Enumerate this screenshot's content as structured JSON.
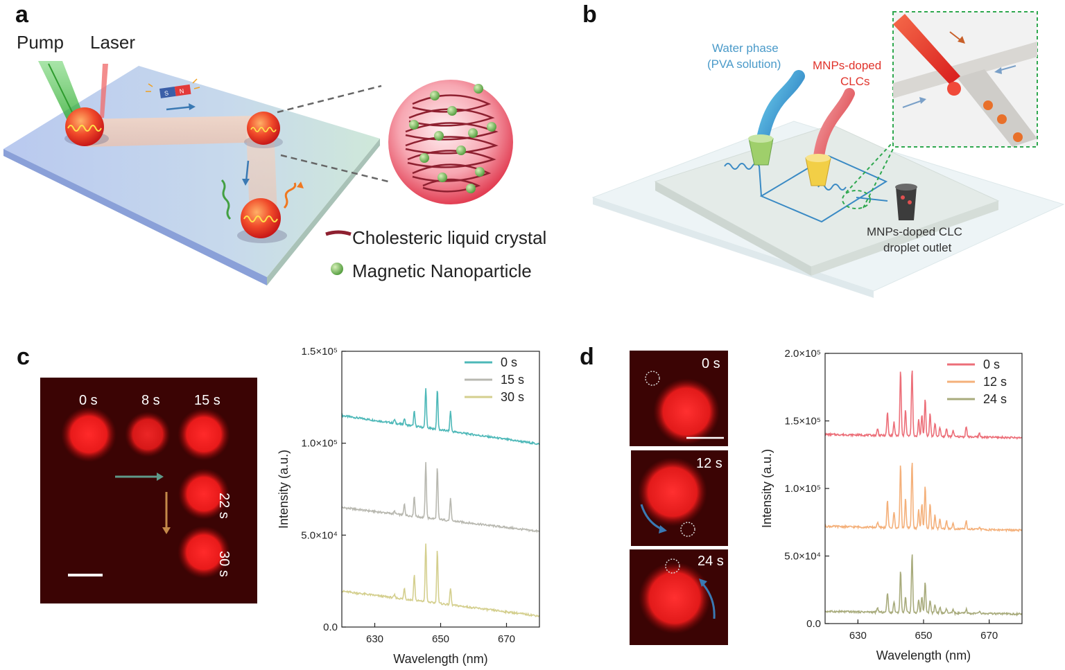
{
  "panel_a": {
    "letter": "a",
    "pump_label": "Pump",
    "laser_label": "Laser",
    "magnet_s": "S",
    "magnet_n": "N",
    "legend_clc": "Cholesteric liquid crystal",
    "legend_mnp": "Magnetic Nanoparticle"
  },
  "panel_b": {
    "letter": "b",
    "water_phase_line1": "Water phase",
    "water_phase_line2": "(PVA solution)",
    "mnp_clc_line1": "MNPs-doped",
    "mnp_clc_line2": "CLCs",
    "outlet_line1": "MNPs-doped  CLC",
    "outlet_line2": "droplet outlet"
  },
  "panel_c": {
    "letter": "c",
    "time_labels": [
      "0 s",
      "8 s",
      "15 s",
      "22 s",
      "30 s"
    ]
  },
  "panel_d": {
    "letter": "d",
    "frame_labels": [
      "0 s",
      "12 s",
      "24 s"
    ]
  },
  "colors": {
    "teal": "#4db8b8",
    "gray": "#b8b8b0",
    "olive_light": "#d4cf8e",
    "red": "#ec6e78",
    "orange": "#f4b07a",
    "olive": "#a8ab7c",
    "arrow_blue": "#3a79b3"
  },
  "chart_data": [
    {
      "type": "line",
      "panel": "c",
      "xlabel": "Wavelength (nm)",
      "ylabel": "Intensity (a.u.)",
      "xlim": [
        620,
        680
      ],
      "ylim": [
        0,
        150000
      ],
      "xticks": [
        630,
        650,
        670
      ],
      "yticks": [
        0,
        50000,
        100000,
        150000
      ],
      "ytick_labels": [
        "0.0",
        "5.0×10⁴",
        "1.0×10⁵",
        "1.5×10⁵"
      ],
      "legend_position": "top-right",
      "series": [
        {
          "name": "0 s",
          "color": "#4db8b8",
          "baseline_start": 115000,
          "baseline_end": 99500,
          "peaks": [
            [
              636,
              2000
            ],
            [
              639,
              3500
            ],
            [
              642,
              8000
            ],
            [
              645.5,
              22000
            ],
            [
              649,
              22000
            ],
            [
              653,
              11000
            ]
          ]
        },
        {
          "name": "15 s",
          "color": "#b8b8b0",
          "baseline_start": 65000,
          "baseline_end": 52000,
          "peaks": [
            [
              636,
              1500
            ],
            [
              639,
              6000
            ],
            [
              642,
              11000
            ],
            [
              645.5,
              30000
            ],
            [
              649,
              28000
            ],
            [
              653,
              12000
            ]
          ]
        },
        {
          "name": "30 s",
          "color": "#d4cf8e",
          "baseline_start": 19500,
          "baseline_end": 6000,
          "peaks": [
            [
              636,
              1500
            ],
            [
              639,
              6000
            ],
            [
              642,
              14000
            ],
            [
              645.5,
              32000
            ],
            [
              649,
              29000
            ],
            [
              653,
              9000
            ]
          ]
        }
      ]
    },
    {
      "type": "line",
      "panel": "d",
      "xlabel": "Wavelength (nm)",
      "ylabel": "Intensity (a.u.)",
      "xlim": [
        620,
        680
      ],
      "ylim": [
        0,
        200000
      ],
      "xticks": [
        630,
        650,
        670
      ],
      "yticks": [
        0,
        50000,
        100000,
        150000,
        200000
      ],
      "ytick_labels": [
        "0.0",
        "5.0×10⁴",
        "1.0×10⁵",
        "1.5×10⁵",
        "2.0×10⁵"
      ],
      "legend_position": "top-right",
      "series": [
        {
          "name": "0 s",
          "color": "#ec6e78",
          "baseline_start": 140000,
          "baseline_end": 137500,
          "peaks": [
            [
              636,
              5000
            ],
            [
              639,
              17000
            ],
            [
              641,
              10000
            ],
            [
              643,
              49000
            ],
            [
              644.5,
              20000
            ],
            [
              646.5,
              50000
            ],
            [
              648.5,
              12000
            ],
            [
              649.5,
              16000
            ],
            [
              650.5,
              28000
            ],
            [
              652,
              17000
            ],
            [
              653.5,
              10000
            ],
            [
              655,
              7000
            ],
            [
              657,
              6000
            ],
            [
              659,
              5000
            ],
            [
              663,
              8000
            ],
            [
              667,
              3000
            ]
          ]
        },
        {
          "name": "12 s",
          "color": "#f4b07a",
          "baseline_start": 72000,
          "baseline_end": 69000,
          "peaks": [
            [
              636,
              4000
            ],
            [
              639,
              20000
            ],
            [
              641,
              12000
            ],
            [
              643,
              48000
            ],
            [
              644.5,
              22000
            ],
            [
              646.5,
              50000
            ],
            [
              648.5,
              14000
            ],
            [
              649.5,
              18000
            ],
            [
              650.5,
              32000
            ],
            [
              652,
              18000
            ],
            [
              653.5,
              10000
            ],
            [
              655,
              7000
            ],
            [
              657,
              6000
            ],
            [
              659,
              5000
            ],
            [
              663,
              6000
            ],
            [
              667,
              2000
            ]
          ]
        },
        {
          "name": "24 s",
          "color": "#a8ab7c",
          "baseline_start": 9000,
          "baseline_end": 7000,
          "peaks": [
            [
              636,
              3000
            ],
            [
              639,
              15000
            ],
            [
              641,
              8000
            ],
            [
              643,
              31000
            ],
            [
              644.5,
              12000
            ],
            [
              646.5,
              44000
            ],
            [
              648.5,
              10000
            ],
            [
              649.5,
              12000
            ],
            [
              650.5,
              23000
            ],
            [
              652,
              10000
            ],
            [
              653.5,
              6000
            ],
            [
              655,
              4000
            ],
            [
              657,
              3000
            ],
            [
              659,
              2500
            ],
            [
              663,
              3000
            ],
            [
              667,
              1500
            ]
          ]
        }
      ]
    }
  ]
}
